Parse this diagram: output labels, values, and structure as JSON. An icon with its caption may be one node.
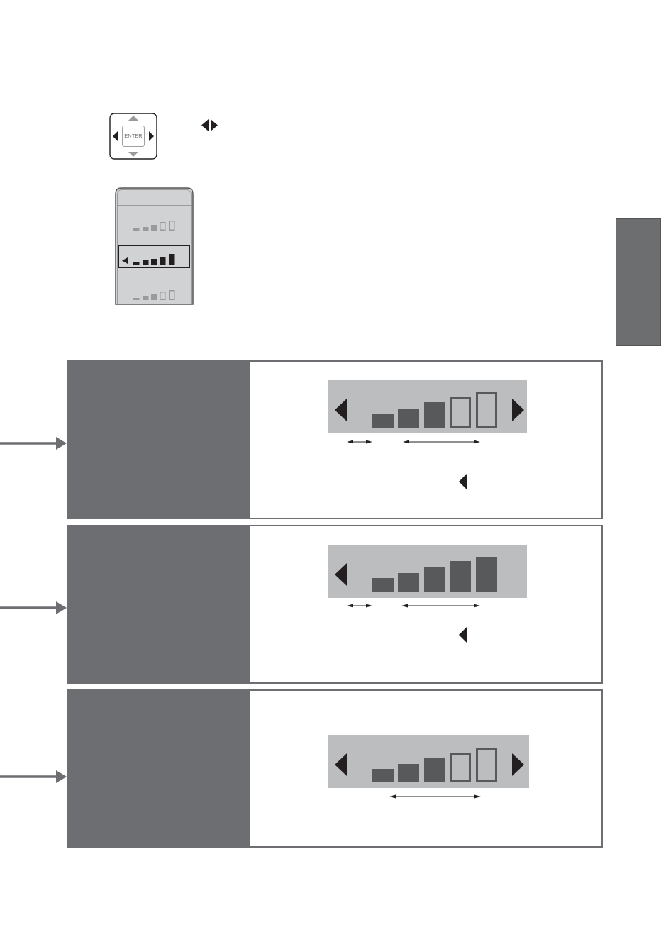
{
  "diagram": {
    "nodes": [
      {
        "text": [
          "ENTER"
        ]
      },
      {
        "text": [],
        "shape": "box"
      },
      {
        "text": [],
        "shape": "box"
      },
      {
        "text": [],
        "shape": "box"
      },
      {
        "text": [],
        "shape": "box"
      }
    ],
    "edges": [
      {
        "from": null,
        "to": 2,
        "arrow": "to"
      },
      {
        "from": null,
        "to": 3,
        "arrow": "to"
      },
      {
        "from": null,
        "to": 4,
        "arrow": "to"
      }
    ]
  }
}
